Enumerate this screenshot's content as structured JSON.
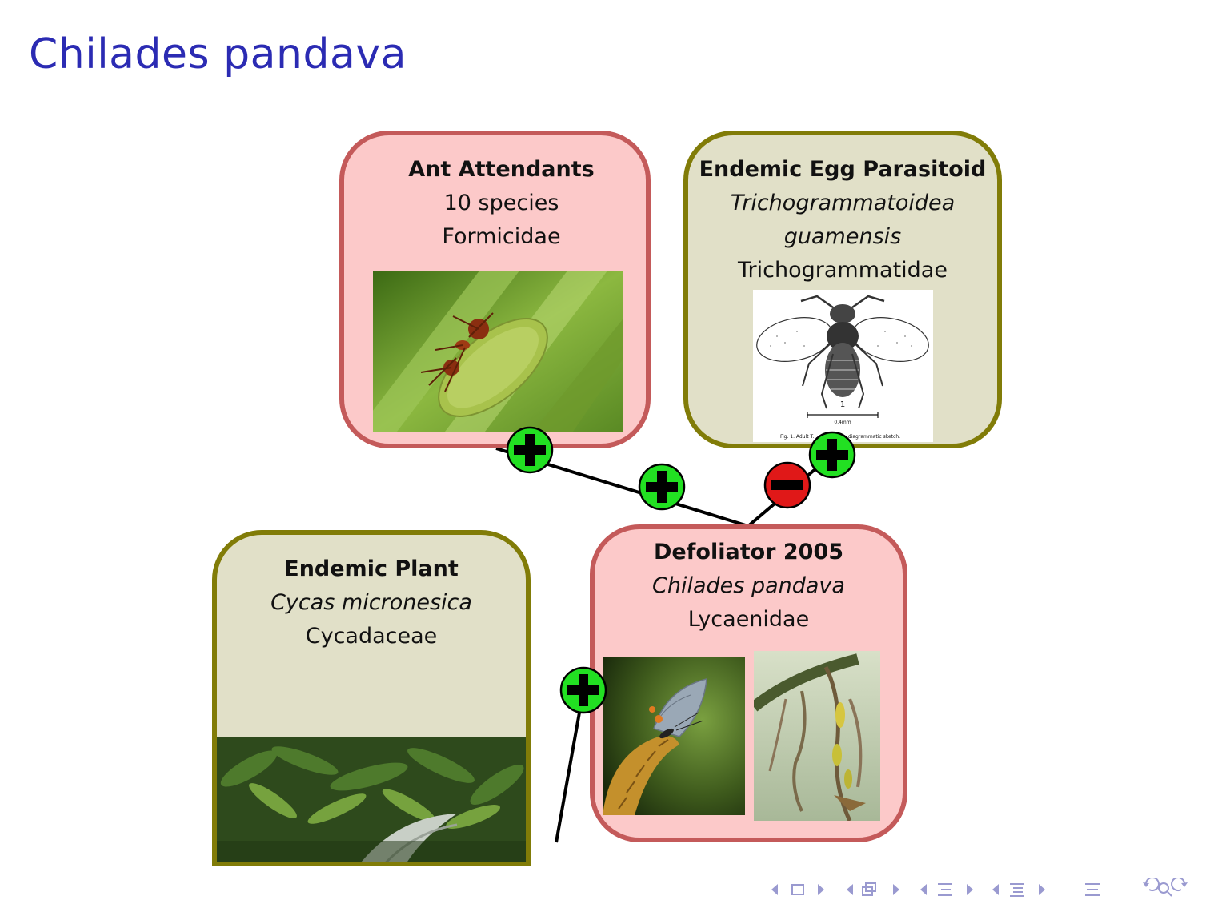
{
  "slide": {
    "title": "Chilades pandava"
  },
  "nodes": {
    "ant": {
      "heading": "Ant Attendants",
      "line1": "10 species",
      "line2": "Formicidae"
    },
    "parasitoid": {
      "heading": "Endemic Egg Parasitoid",
      "genus": "Trichogrammatoidea",
      "species": "guamensis",
      "family": "Trichogrammatidae",
      "figure_scale": "1",
      "figure_unit": "0.4mm",
      "figure_caption": "Fig. 1. Adult T. ... female, Q, diagrammatic sketch."
    },
    "plant": {
      "heading": "Endemic Plant",
      "binomial": "Cycas micronesica",
      "family": "Cycadaceae"
    },
    "defoliator": {
      "heading": "Defoliator 2005",
      "binomial": "Chilades pandava",
      "family": "Lycaenidae"
    }
  },
  "interactions": {
    "ant_sign": "+",
    "ant_defoliator_sign": "+",
    "parasitoid_sign": "+",
    "parasitoid_defoliator_sign": "−",
    "plant_defoliator_sign": "+"
  },
  "colors": {
    "title": "#2b2bb3",
    "pink_fill": "#fcc9c9",
    "pink_border": "#c45a5a",
    "olive_fill": "#e1e0c8",
    "olive_border": "#817c08",
    "positive": "#22e022",
    "negative": "#e01818"
  },
  "navigation": {
    "icons": [
      "nav-left-arrow",
      "frame-icon",
      "nav-right-arrow",
      "nav-left-arrow",
      "section-icon",
      "nav-right-arrow",
      "nav-left-arrow",
      "subsection-icon",
      "nav-right-arrow",
      "nav-left-arrow",
      "subsubsection-icon",
      "nav-right-arrow",
      "align-icon",
      "undo-icon",
      "search-icon",
      "redo-icon"
    ]
  }
}
